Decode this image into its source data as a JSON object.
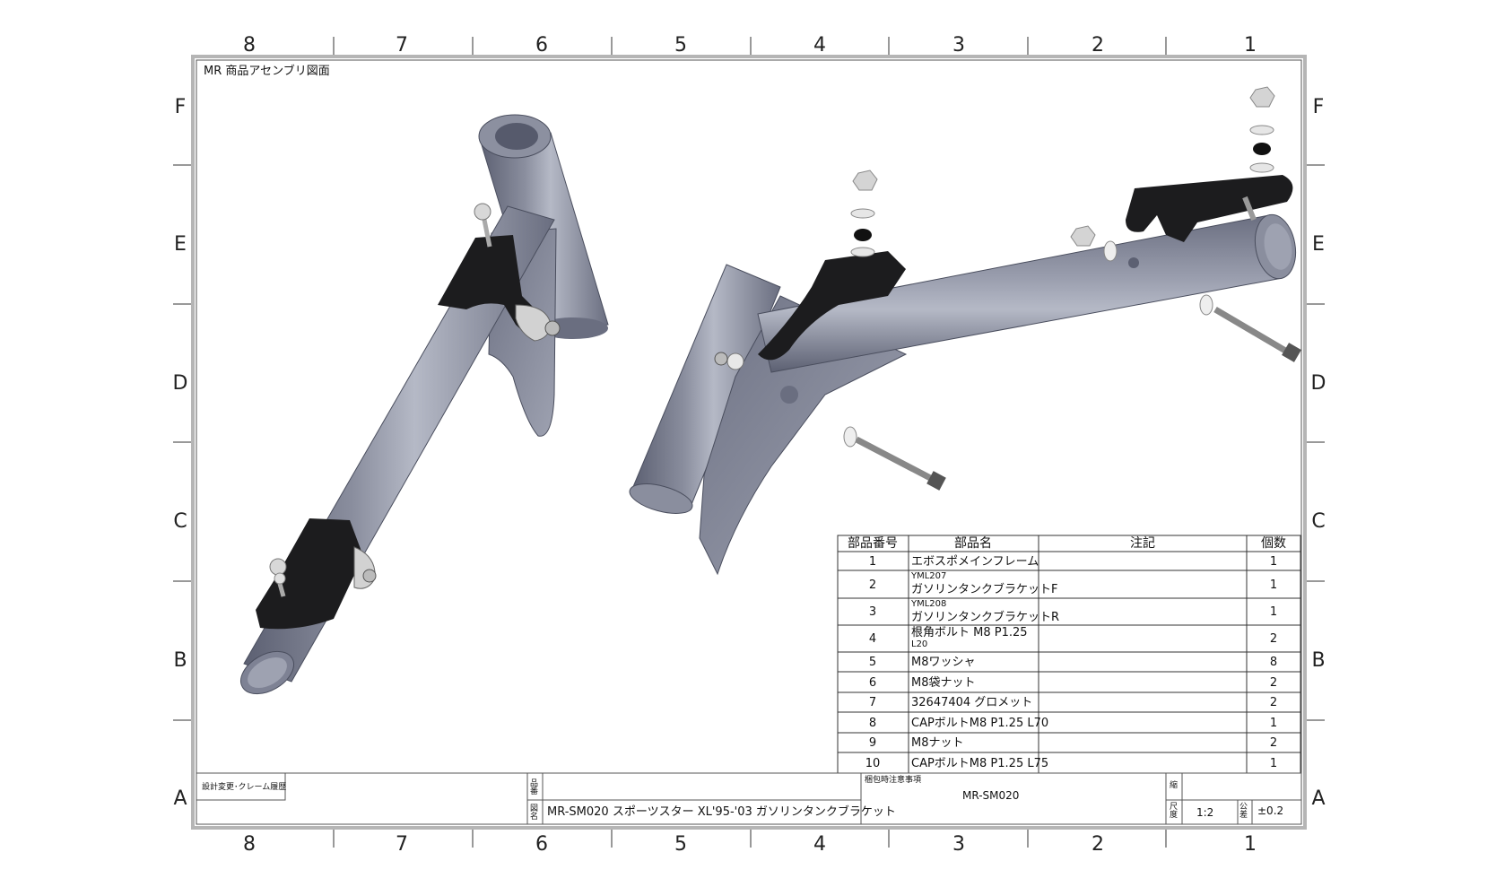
{
  "drawing_title": "MR 商品アセンブリ図面",
  "zones": {
    "columns": [
      "8",
      "7",
      "6",
      "5",
      "4",
      "3",
      "2",
      "1"
    ],
    "rows": [
      "F",
      "E",
      "D",
      "C",
      "B",
      "A"
    ]
  },
  "bom": {
    "headers": [
      "部品番号",
      "部品名",
      "注記",
      "個数"
    ],
    "rows": [
      {
        "no": "1",
        "name": [
          "エボスポメインフレーム"
        ],
        "note": "",
        "qty": "1"
      },
      {
        "no": "2",
        "name": [
          "YML207",
          "ガソリンタンクブラケットF"
        ],
        "note": "",
        "qty": "1"
      },
      {
        "no": "3",
        "name": [
          "YML208",
          "ガソリンタンクブラケットR"
        ],
        "note": "",
        "qty": "1"
      },
      {
        "no": "4",
        "name": [
          "根角ボルト M8 P1.25",
          "L20"
        ],
        "note": "",
        "qty": "2"
      },
      {
        "no": "5",
        "name": [
          "M8ワッシャ"
        ],
        "note": "",
        "qty": "8"
      },
      {
        "no": "6",
        "name": [
          "M8袋ナット"
        ],
        "note": "",
        "qty": "2"
      },
      {
        "no": "7",
        "name": [
          "32647404 グロメット"
        ],
        "note": "",
        "qty": "2"
      },
      {
        "no": "8",
        "name": [
          "CAPボルトM8 P1.25 L70"
        ],
        "note": "",
        "qty": "1"
      },
      {
        "no": "9",
        "name": [
          "M8ナット"
        ],
        "note": "",
        "qty": "2"
      },
      {
        "no": "10",
        "name": [
          "CAPボルトM8 P1.25 L75"
        ],
        "note": "",
        "qty": "1"
      }
    ]
  },
  "title_block": {
    "revision_label": "設計変更･クレーム履歴",
    "part_no_label": "品番",
    "drawing_name_label": "図名",
    "drawing_name": "MR-SM020 スポーツスター XL'95-'03 ガソリンタンクブラケット",
    "packing_label": "梱包時注意事項",
    "part_number": "MR-SM020",
    "sheet_label": "縮",
    "scale_label": "尺度",
    "scale": "1:2",
    "tolerance_label": "公差",
    "tolerance": "±0.2"
  },
  "colors": {
    "tube": "#8a8e9e",
    "tube_dark": "#5c6072",
    "tube_light": "#b9bdca",
    "bracket": "#1c1c1e",
    "hardware": "#c8c8c8",
    "border": "#b5b5b5"
  }
}
